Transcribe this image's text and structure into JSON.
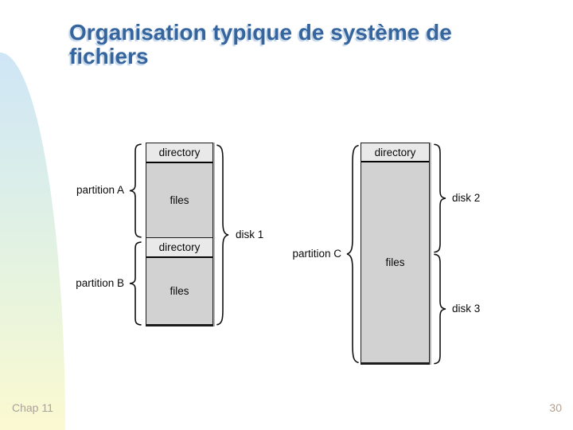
{
  "slide": {
    "title": "Organisation typique de système de fichiers",
    "footer": {
      "chapter": "Chap 11",
      "page_number": "30"
    }
  },
  "diagram": {
    "disk1_column": {
      "section1": "directory",
      "section2": "files",
      "section3": "directory",
      "section4": "files"
    },
    "disk23_column": {
      "section1": "directory",
      "section2": "files"
    },
    "labels": {
      "partition_a": "partition A",
      "partition_b": "partition B",
      "partition_c": "partition C",
      "disk1": "disk 1",
      "disk2": "disk 2",
      "disk3": "disk 3"
    }
  },
  "colors": {
    "title_text": "#36659E",
    "title_shadow": "#c3d6ea",
    "directory_fill": "#e9e9e9",
    "files_fill": "#d2d2d2",
    "box_border": "#1c1c1c",
    "brace_stroke": "#111111",
    "sidebar_gradient_top": "#cfe6f6",
    "sidebar_gradient_middle": "#e7f4de",
    "sidebar_gradient_bottom": "#fbf9d1",
    "footer_text": "#a9a29b",
    "page_number_text": "#b3a08f"
  }
}
